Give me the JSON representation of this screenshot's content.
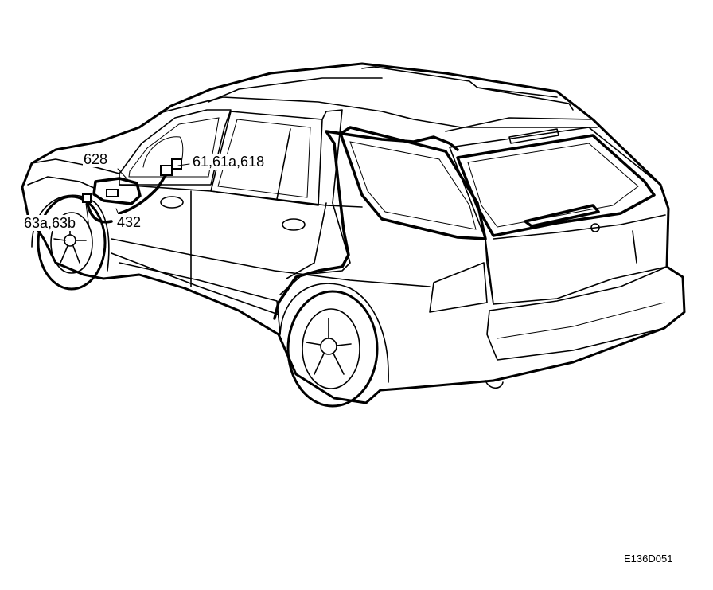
{
  "labels": {
    "l628": "628",
    "l61": "61,61a,618",
    "l63": "63a,63b",
    "l432": "432"
  },
  "figure_code": "E136D051"
}
